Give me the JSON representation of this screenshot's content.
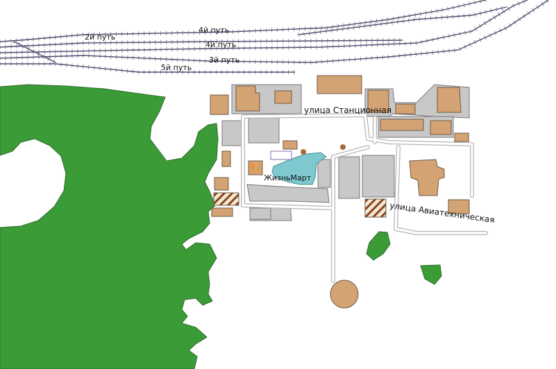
{
  "rail_labels": {
    "track_2": "2й путь",
    "track_4a": "4й путь",
    "track_4b": "4й путь",
    "track_3": "3й путь",
    "track_5": "5й путь"
  },
  "streets": {
    "stantsionnaya": "улица Станционная",
    "aviatekhnicheskaya": "улица Авиатехническая"
  },
  "poi": {
    "shop_name": "ЖизньМарт",
    "shop_icon": "restaurant-icon"
  },
  "colors": {
    "forest": "#3a9b37",
    "building": "#d4a373",
    "building_stroke": "#6b5a45",
    "industrial": "#c8c8c8",
    "water": "#7ec8d0",
    "rail": "#4a4a6a",
    "road_casing": "#b5b5b5",
    "construction": "#8b4513"
  }
}
